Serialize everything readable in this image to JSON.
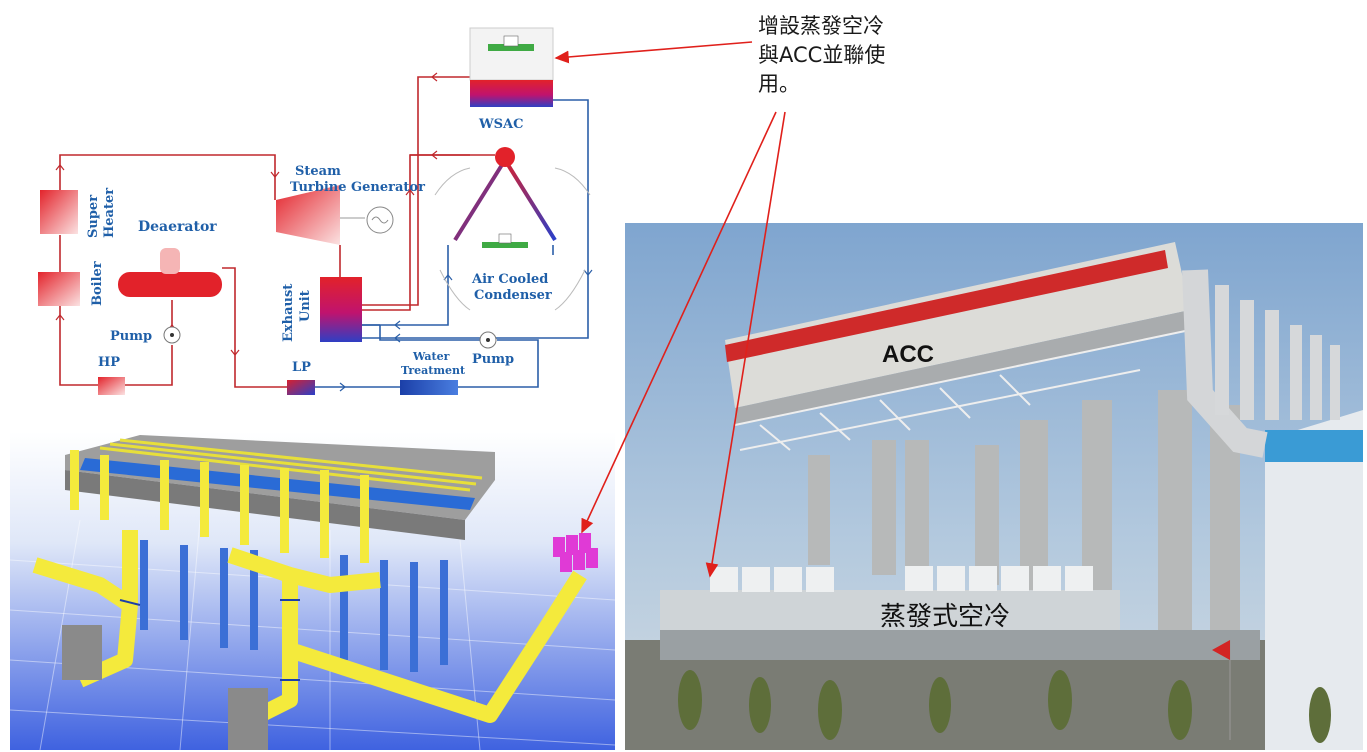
{
  "callout": {
    "text": "增設蒸發空冷與ACC並聯使用。"
  },
  "schematic": {
    "wsac": "WSAC",
    "steam_turbine_line1": "Steam",
    "steam_turbine_line2": "Turbine Generator",
    "super_heater_line1": "Super",
    "super_heater_line2": "Heater",
    "deaerator": "Deaerator",
    "boiler": "Boiler",
    "pump_left": "Pump",
    "hp": "HP",
    "exhaust_line1": "Exhaust",
    "exhaust_line2": "Unit",
    "acc_line1": "Air Cooled",
    "acc_line2": "Condenser",
    "lp": "LP",
    "water_treatment_line1": "Water",
    "water_treatment_line2": "Treatment",
    "pump_right": "Pump"
  },
  "photo": {
    "acc_label": "ACC",
    "evap_label": "蒸發式空冷"
  },
  "colors": {
    "hot_line": "#c0282d",
    "cold_line": "#2b5fa8",
    "label_blue": "#1f5fa8",
    "arrow": "#e0201b"
  }
}
